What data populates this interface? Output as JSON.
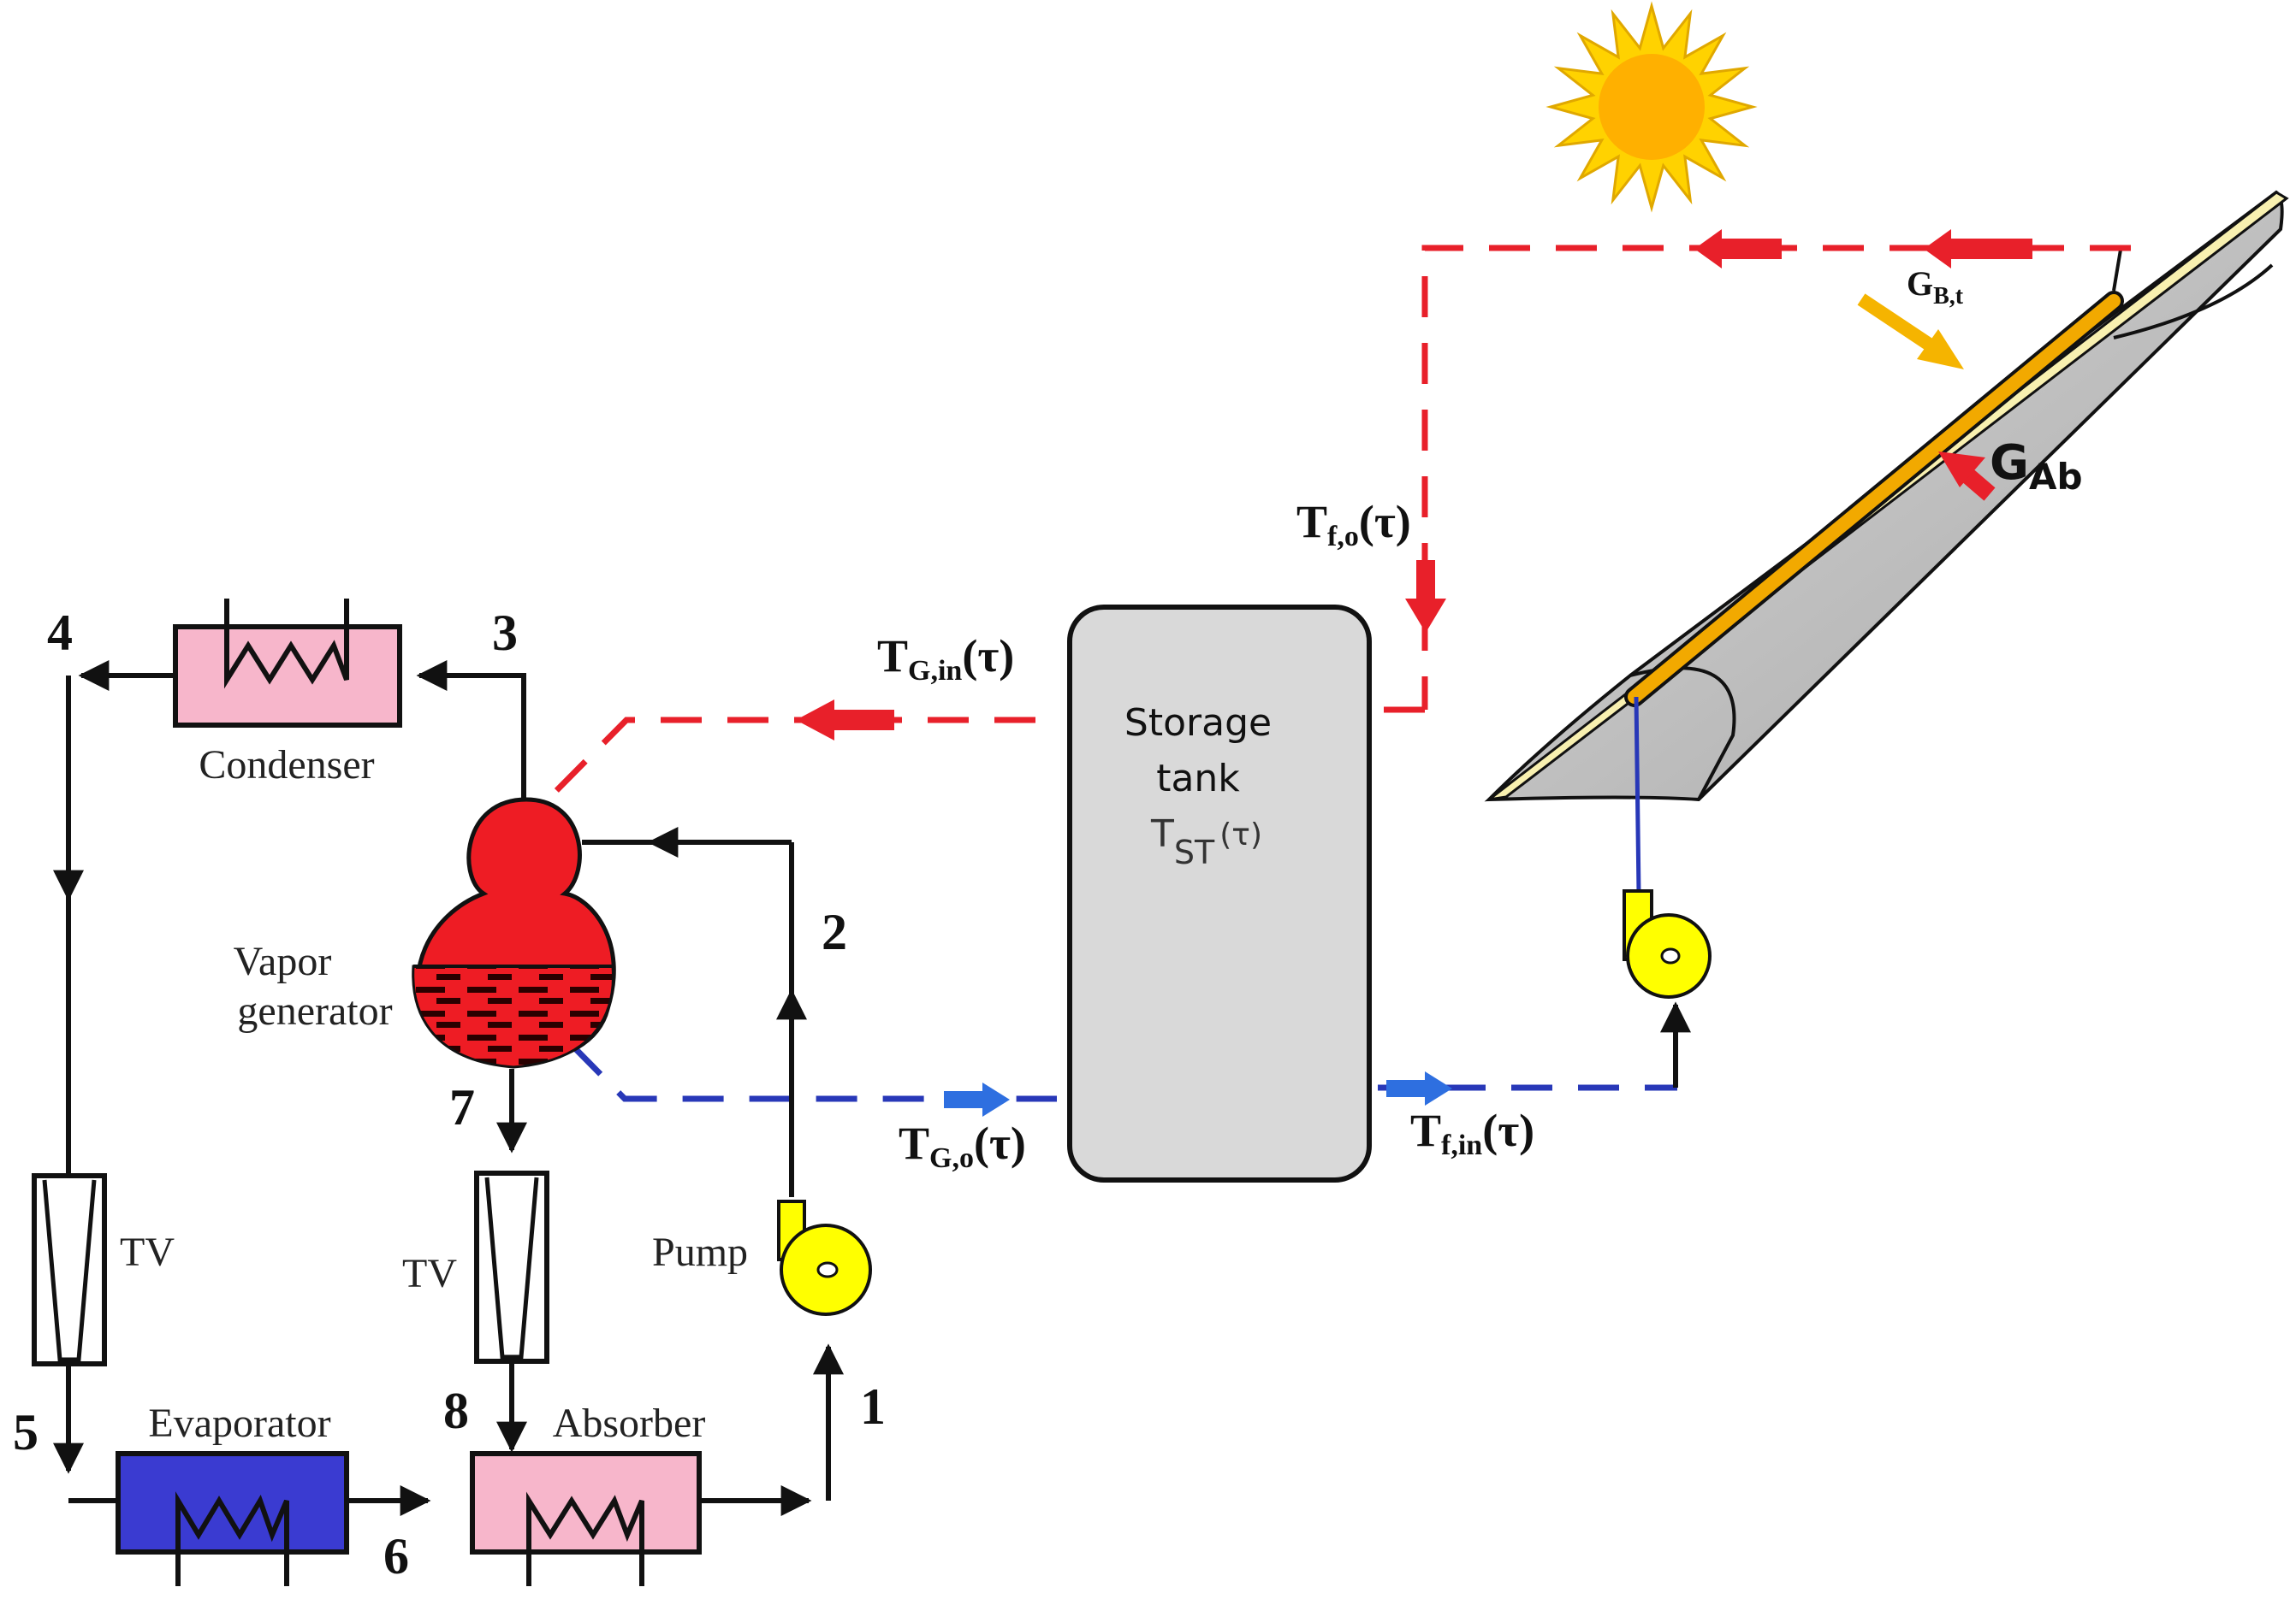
{
  "components": {
    "condenser": "Condenser",
    "vapor_generator_line1": "Vapor",
    "vapor_generator_line2": "generator",
    "evaporator": "Evaporator",
    "absorber": "Absorber",
    "pump": "Pump",
    "tv_left": "TV",
    "tv_right": "TV",
    "storage_line1": "Storage",
    "storage_line2": "tank",
    "storage_temp_main": "T",
    "storage_temp_sub": "ST",
    "storage_temp_arg": "(τ)"
  },
  "state_points": [
    "1",
    "2",
    "3",
    "4",
    "5",
    "6",
    "7",
    "8"
  ],
  "temperatures": {
    "t_g_in": {
      "main": "T",
      "sub": "G,in",
      "arg": "(τ)"
    },
    "t_g_o": {
      "main": "T",
      "sub": "G,o",
      "arg": "(τ)"
    },
    "t_f_o": {
      "main": "T",
      "sub": "f,o",
      "arg": "(τ)"
    },
    "t_f_in": {
      "main": "T",
      "sub": "f,in",
      "arg": "(τ)"
    }
  },
  "radiation": {
    "g_bt": {
      "main": "G",
      "sub": "B,t"
    },
    "g_ab": {
      "main": "G",
      "sub": "Ab"
    }
  },
  "colors": {
    "hot_loop": "#e8202a",
    "cold_loop": "#2838b8",
    "pink_hx": "#f7b6cb",
    "blue_hx": "#3a3bd1",
    "generator": "#ee1c24",
    "pump_yellow": "#ffff00",
    "tank_gray": "#d9d9d9",
    "sun": "#ffb000",
    "absorber_tube": "#f2a900"
  }
}
